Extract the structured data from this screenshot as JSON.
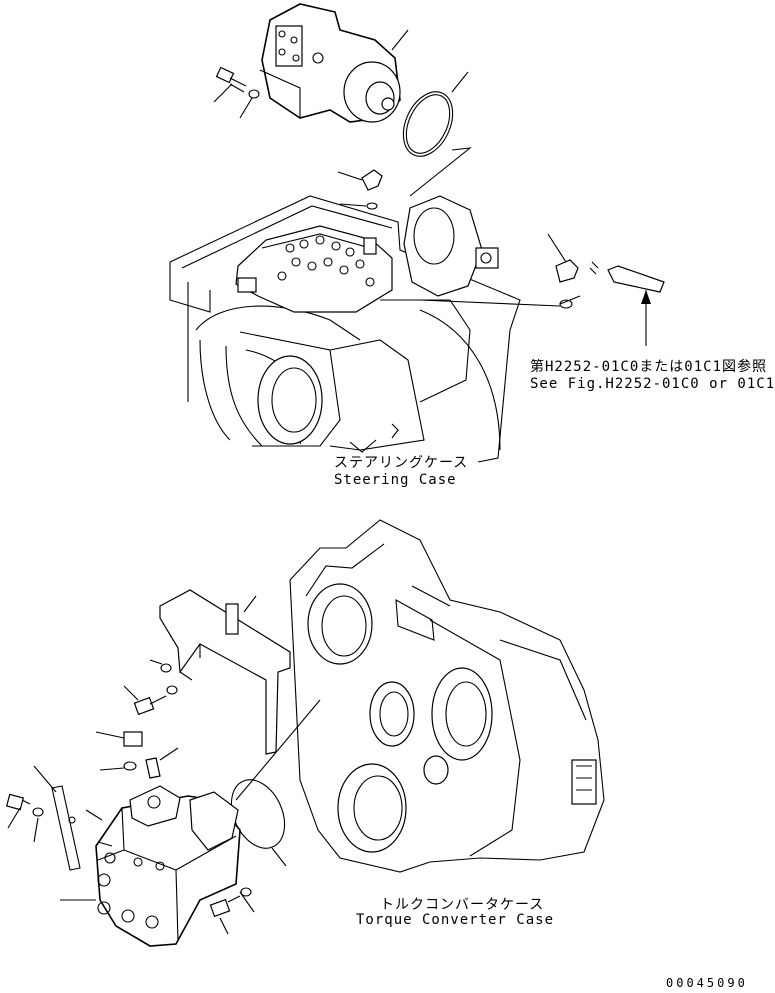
{
  "labels": {
    "ref_jp": "第H2252-01C0または01C1図参照",
    "ref_en": "See Fig.H2252-01C0 or 01C1",
    "steering_jp": "ステアリングケース",
    "steering_en": "Steering Case",
    "torque_jp": "トルクコンバータケース",
    "torque_en": "Torque Converter Case",
    "drawing_code": "00045090"
  }
}
